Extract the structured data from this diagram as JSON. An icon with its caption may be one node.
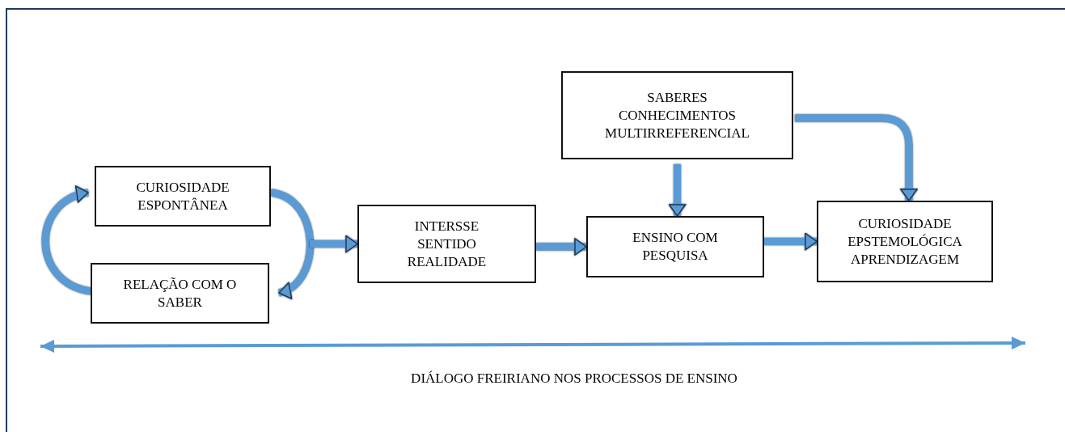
{
  "diagram": {
    "nodes": [
      {
        "text": [
          "CURIOSIDADE ESPONTÂNEA"
        ]
      },
      {
        "text": [
          "RELAÇÃO COM O SABER"
        ]
      },
      {
        "text": [
          "INTERSSE SENTIDO REALIDADE"
        ]
      },
      {
        "text": [
          "SABERES CONHECIMENTOS MULTIRREFERENCIAL"
        ]
      },
      {
        "text": [
          "ENSINO COM PESQUISA"
        ]
      },
      {
        "text": [
          "CURIOSIDADE EPSTEMOLÓGICA APRENDIZAGEM"
        ]
      }
    ],
    "edges": [
      {
        "from": 0,
        "to": 1,
        "arrow": "to"
      },
      {
        "from": 1,
        "to": 0,
        "arrow": "to"
      },
      {
        "from": null,
        "to": 2,
        "arrow": "to"
      },
      {
        "from": 2,
        "to": 4,
        "arrow": "to"
      },
      {
        "from": 4,
        "to": 5,
        "arrow": "to"
      },
      {
        "from": 3,
        "to": 4,
        "arrow": "to"
      },
      {
        "from": 3,
        "to": 5,
        "arrow": "to"
      }
    ],
    "labels": [
      "DIÁLOGO FREIRIANO NOS PROCESSOS DE ENSINO"
    ]
  }
}
